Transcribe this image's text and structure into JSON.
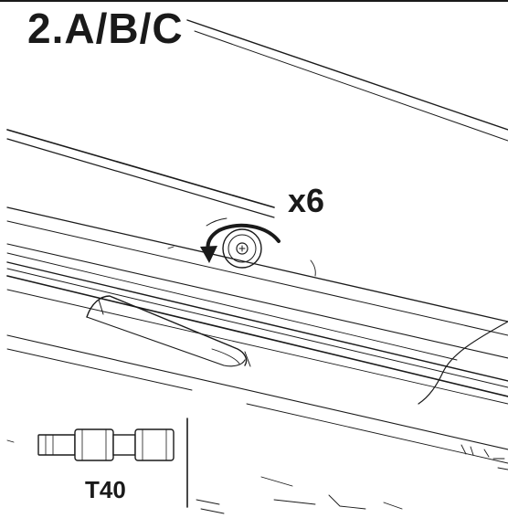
{
  "step": {
    "title": "2.A/B/C"
  },
  "callout": {
    "quantity": "x6"
  },
  "tool": {
    "label": "T40",
    "icon": "torx-bit-icon"
  },
  "colors": {
    "ink": "#1a1a1a",
    "background": "#ffffff"
  }
}
